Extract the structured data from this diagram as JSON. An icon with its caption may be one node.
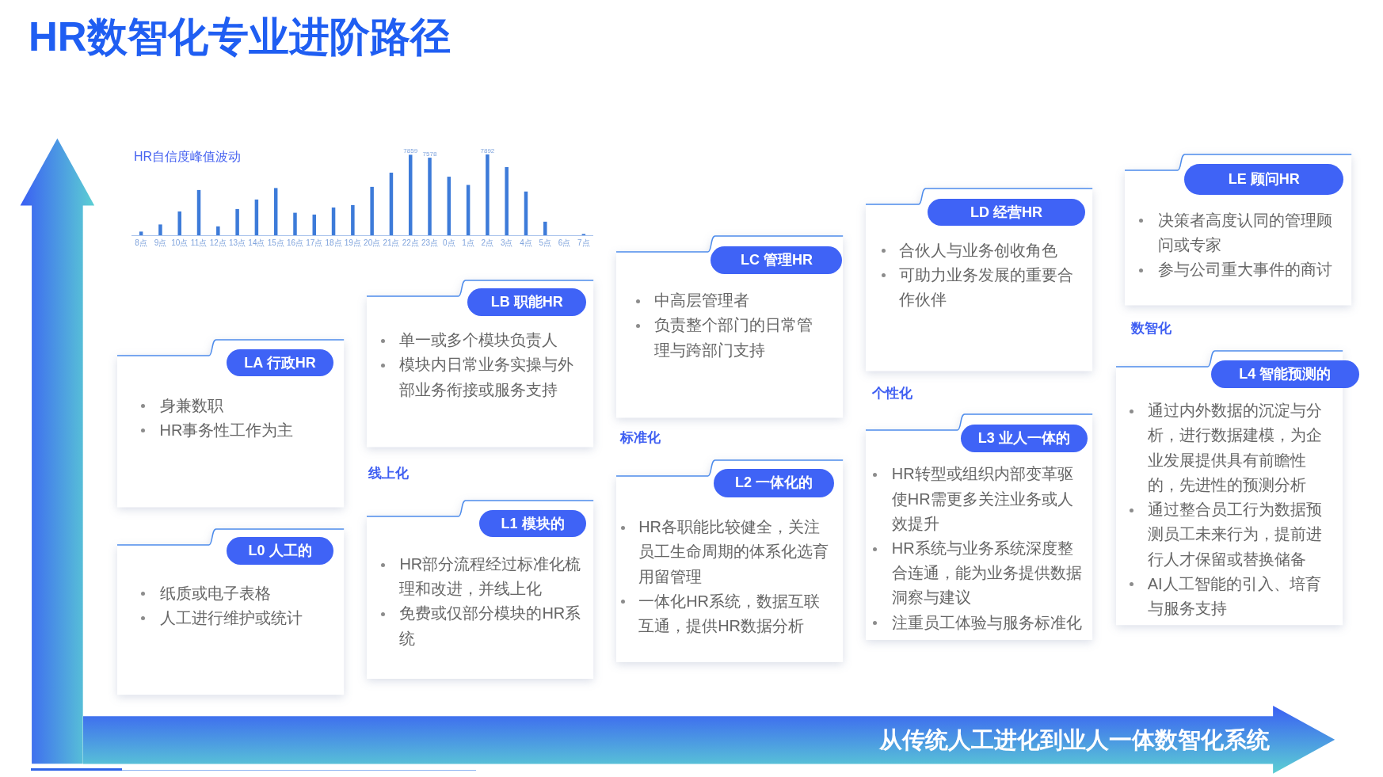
{
  "diagram": {
    "title": "HR数智化专业进阶路径",
    "nodes": [
      {
        "text": [
          "LA 行政HR",
          "身兼数职",
          "HR事务性工作为主"
        ]
      },
      {
        "text": [
          "L0 人工的",
          "纸质或电子表格",
          "人工进行维护或统计"
        ]
      },
      {
        "text": [
          "LB 职能HR",
          "单一或多个模块负责人",
          "模块内日常业务实操与外部业务衔接或服务支持"
        ]
      },
      {
        "text": [
          "L1 模块的",
          "HR部分流程经过标准化梳理和改进，并线上化",
          "免费或仅部分模块的HR系统"
        ]
      },
      {
        "text": [
          "LC 管理HR",
          "中高层管理者",
          "负责整个部门的日常管理与跨部门支持"
        ]
      },
      {
        "text": [
          "L2 一体化的",
          "HR各职能比较健全，关注员工生命周期的体系化选育用留管理",
          "一体化HR系统，数据互联互通，提供HR数据分析"
        ]
      },
      {
        "text": [
          "LD 经营HR",
          "合伙人与业务创收角色",
          "可助力业务发展的重要合作伙伴"
        ]
      },
      {
        "text": [
          "L3 业人一体的",
          "HR转型或组织内部变革驱使HR需更多关注业务或人效提升",
          "HR系统与业务系统深度整合连通，能为业务提供数据洞察与建议",
          "注重员工体验与服务标准化"
        ]
      },
      {
        "text": [
          "LE 顾问HR",
          "决策者高度认同的管理顾问或专家",
          "参与公司重大事件的商讨"
        ]
      },
      {
        "text": [
          "L4 智能预测的",
          "通过内外数据的沉淀与分析，进行数据建模，为企业发展提供具有前瞻性的，先进性的预测分析",
          "通过整合员工行为数据预测员工未来行为，提前进行人才保留或替换储备",
          "AI人工智能的引入、培育与服务支持"
        ]
      },
      {
        "text": [
          "从传统人工进化到业人一体数智化系统"
        ]
      }
    ],
    "labels": [
      "HR自信度峰值波动",
      "7859",
      "7578",
      "7892",
      "8点",
      "9点",
      "10点",
      "11点",
      "12点",
      "13点",
      "14点",
      "15点",
      "16点",
      "17点",
      "18点",
      "19点",
      "20点",
      "21点",
      "22点",
      "23点",
      "0点",
      "1点",
      "2点",
      "3点",
      "4点",
      "5点",
      "6点",
      "7点",
      "线上化",
      "标准化",
      "个性化",
      "数智化"
    ]
  }
}
